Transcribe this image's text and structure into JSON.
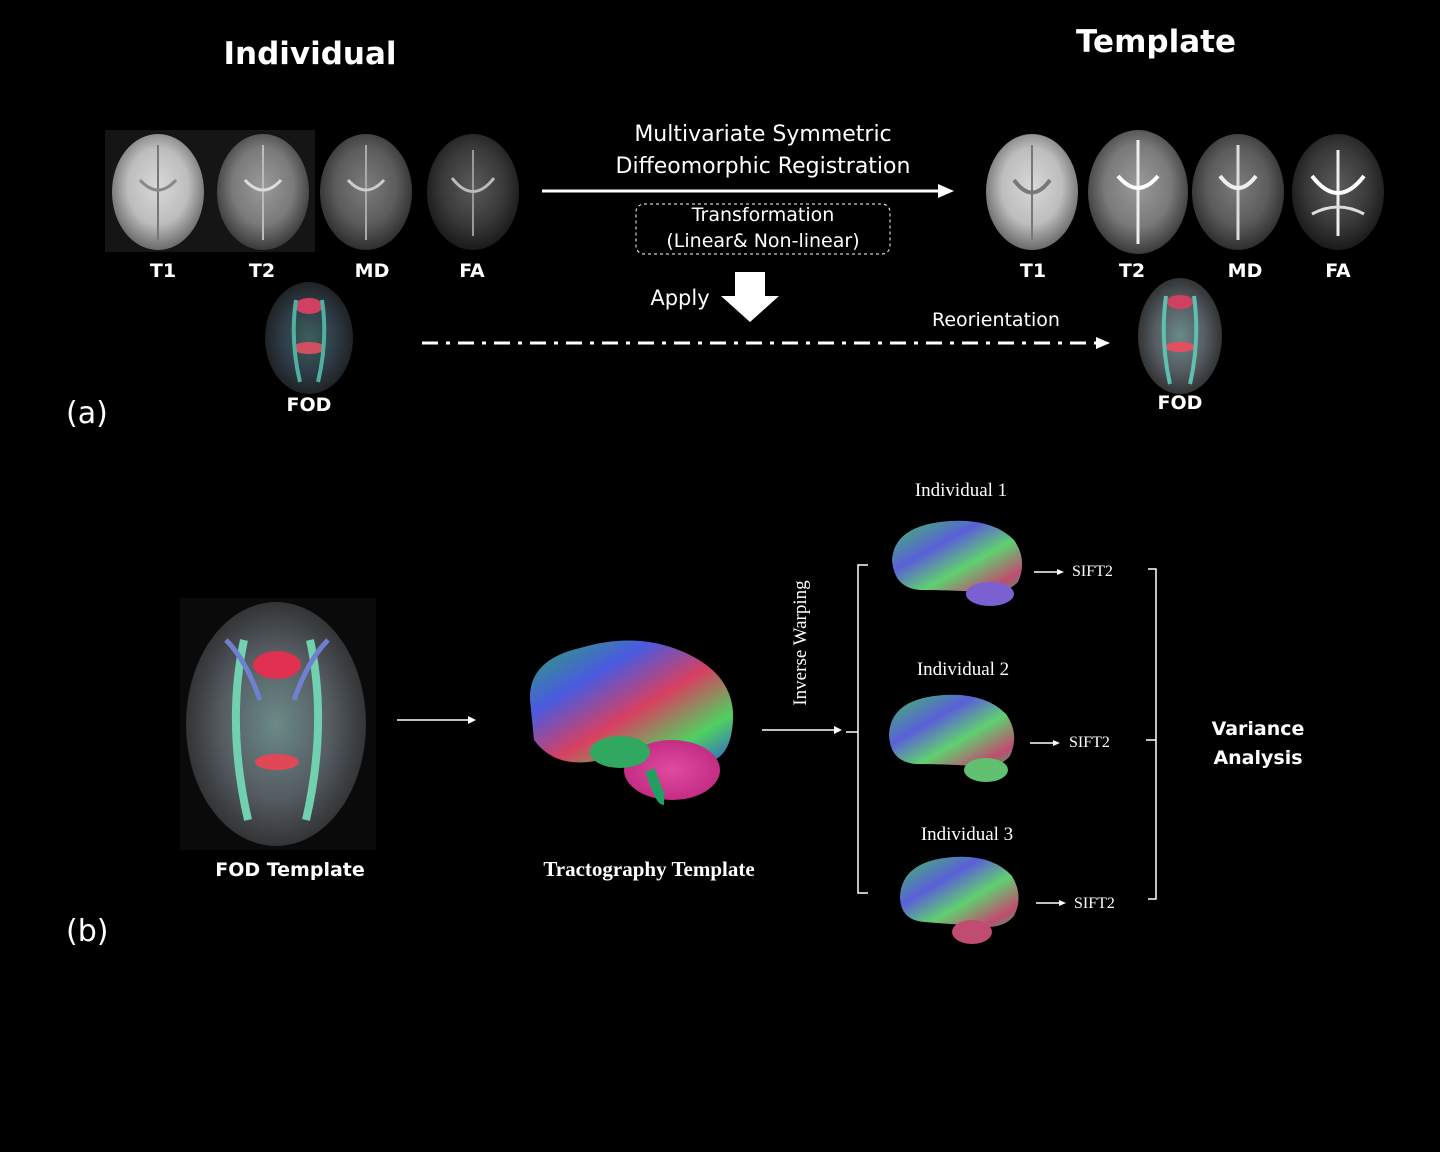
{
  "headings": {
    "individual": "Individual",
    "template": "Template"
  },
  "panel_a": {
    "label": "(a)",
    "individual_modalities": [
      "T1",
      "T2",
      "MD",
      "FA"
    ],
    "template_modalities": [
      "T1",
      "T2",
      "MD",
      "FA"
    ],
    "registration": [
      "Multivariate Symmetric",
      "Diffeomorphic Registration"
    ],
    "transformation": [
      "Transformation",
      "(Linear& Non-linear)"
    ],
    "apply": "Apply",
    "reorientation": "Reorientation",
    "fod_individual": "FOD",
    "fod_template": "FOD"
  },
  "panel_b": {
    "label": "(b)",
    "fod_template": "FOD Template",
    "tractography_template": "Tractography Template",
    "inverse_warping": "Inverse  Warping",
    "individuals": [
      "Individual  1",
      "Individual  2",
      "Individual  3"
    ],
    "sift": [
      "SIFT2",
      "SIFT2",
      "SIFT2"
    ],
    "variance": [
      "Variance",
      "Analysis"
    ]
  }
}
